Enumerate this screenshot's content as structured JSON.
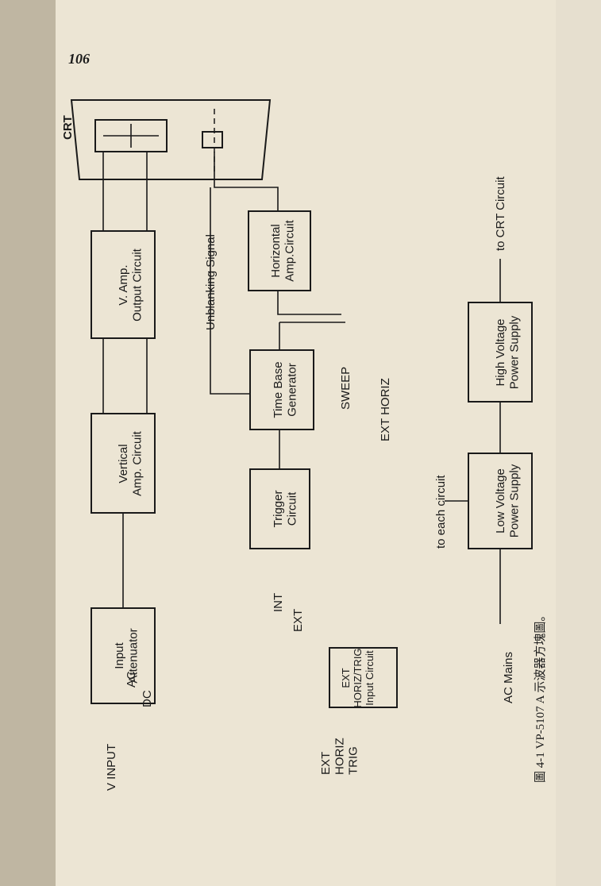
{
  "page_number": "106",
  "caption": "圖 4-1   VP-5107 A 示波器方塊圖。",
  "blocks": {
    "input_attenuator": "Input\nAttenuator",
    "vertical_amp": "Vertical\nAmp. Circuit",
    "v_amp_output": "V. Amp.\nOutput Circuit",
    "trigger": "Trigger\nCircuit",
    "time_base": "Time Base\nGenerator",
    "horizontal_amp": "Horizontal\nAmp.Circuit",
    "ext_horiz_trig_input": "EXT\nHORIZ/TRIG\nInput Circuit",
    "low_voltage": "Low Voltage\nPower Supply",
    "high_voltage": "High Voltage\nPower Supply"
  },
  "labels": {
    "crt": "CRT",
    "v_input": "V INPUT",
    "ac": "AC",
    "dc": "DC",
    "int": "INT",
    "ext": "EXT",
    "ext_horiz_trig": "EXT\nHORIZ\nTRIG",
    "sweep": "SWEEP",
    "ext_horiz": "EXT HORIZ",
    "unblanking": "Unblanking Signal",
    "ac_mains": "AC Mains",
    "to_each_circuit": "to each circuit",
    "to_crt_circuit": "to CRT Circuit"
  }
}
